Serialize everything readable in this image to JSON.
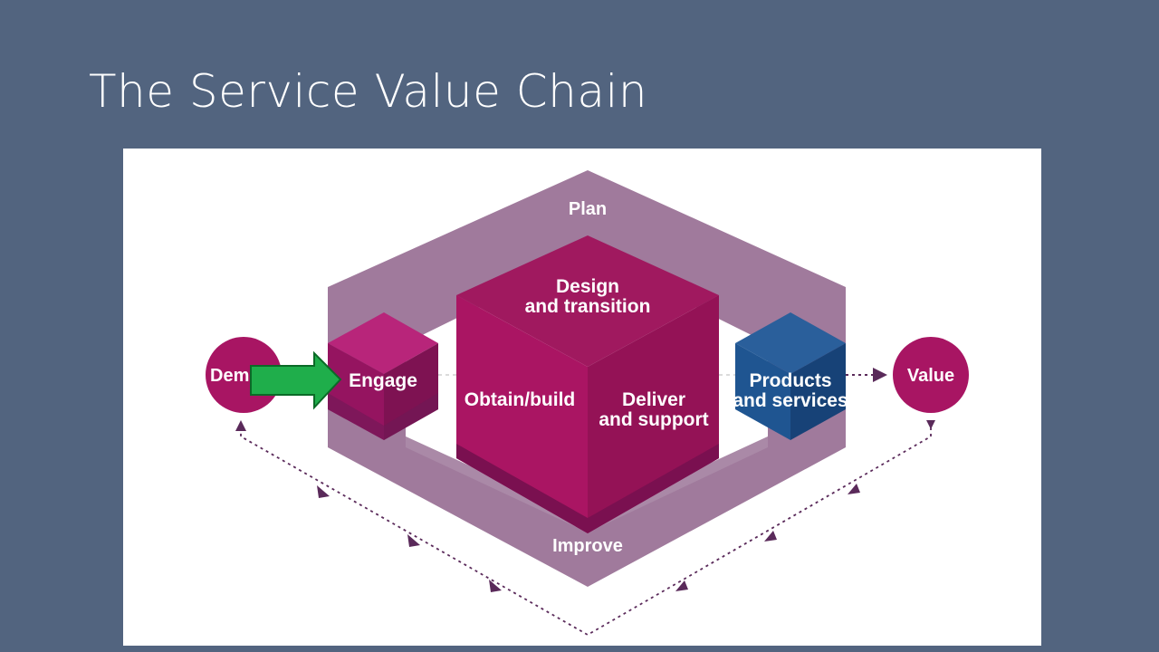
{
  "slide": {
    "title": "The Service Value Chain"
  },
  "diagram": {
    "plan": "Plan",
    "improve": "Improve",
    "design_line1": "Design",
    "design_line2": "and transition",
    "obtain": "Obtain/build",
    "deliver_line1": "Deliver",
    "deliver_line2": "and support",
    "engage": "Engage",
    "products_line1": "Products",
    "products_line2": "and services",
    "demand": "Dema",
    "value": "Value"
  },
  "colors": {
    "background": "#52647f",
    "frame": "#a07a9c",
    "magenta": "#a81563",
    "blue": "#1f5591",
    "arrow": "#1fae4b",
    "dotted_line": "#5a2a5a"
  }
}
